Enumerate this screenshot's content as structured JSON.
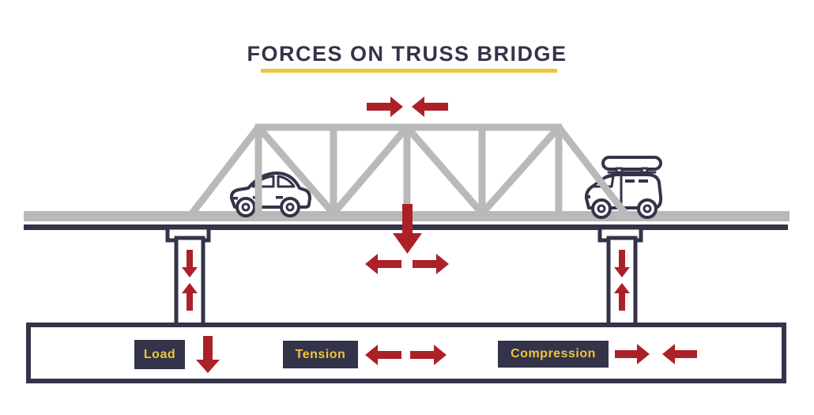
{
  "title": "FORCES ON TRUSS BRIDGE",
  "colors": {
    "navy": "#333449",
    "red": "#AC2127",
    "yellow": "#EFC53F",
    "gray": "#B9B9B9",
    "white": "#FFFFFF"
  },
  "diagram": {
    "structure": "truss-bridge",
    "vehicles": [
      {
        "id": "car",
        "side": "left"
      },
      {
        "id": "suv-with-roof-cargo",
        "side": "right"
      }
    ],
    "forces": [
      {
        "id": "top-chord-compression",
        "type": "compression",
        "arrows": "horizontal-inward",
        "location": "above center of top chord"
      },
      {
        "id": "deck-load",
        "type": "load",
        "arrows": "down",
        "location": "center of deck"
      },
      {
        "id": "deck-tension",
        "type": "tension",
        "arrows": "horizontal-outward",
        "location": "below deck center"
      },
      {
        "id": "left-pier-compression",
        "type": "compression",
        "arrows": "vertical-inward",
        "location": "inside left pier"
      },
      {
        "id": "right-pier-compression",
        "type": "compression",
        "arrows": "vertical-inward",
        "location": "inside right pier"
      }
    ]
  },
  "legend": {
    "items": [
      {
        "label": "Load",
        "arrow_type": "down-arrow"
      },
      {
        "label": "Tension",
        "arrow_type": "arrows-outward"
      },
      {
        "label": "Compression",
        "arrow_type": "arrows-inward"
      }
    ]
  }
}
